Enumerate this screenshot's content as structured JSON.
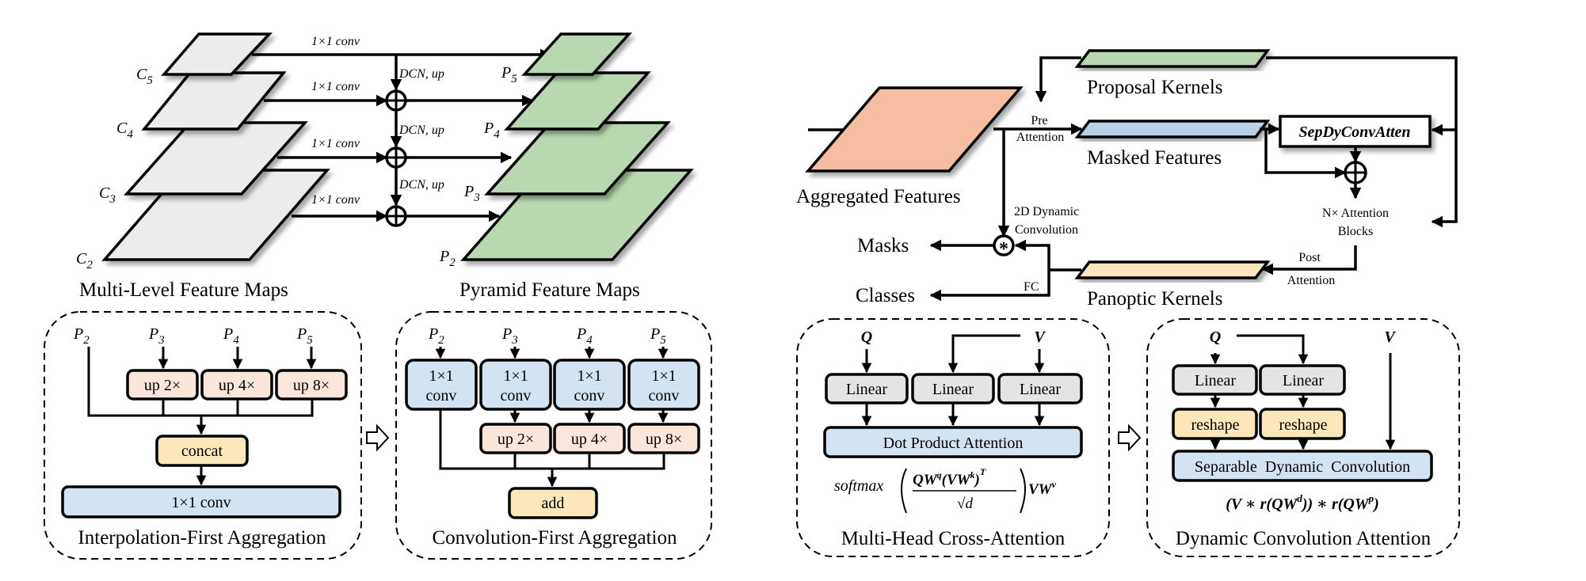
{
  "colors": {
    "gray_fill": "#ececec",
    "green_fill": "#b8d9b0",
    "orange_fill": "#f7bda0",
    "blue_fill": "#b7d2e8",
    "yellow_fill": "#f9e6bf",
    "pink_fill": "#fbe6dc",
    "light_blue_box": "#d3e3f1",
    "gray_box": "#e4e4e4",
    "yellow_box": "#fbe7b9"
  },
  "fpn": {
    "c_labels": [
      {
        "base": "C",
        "sub": "5"
      },
      {
        "base": "C",
        "sub": "4"
      },
      {
        "base": "C",
        "sub": "3"
      },
      {
        "base": "C",
        "sub": "2"
      }
    ],
    "p_labels": [
      {
        "base": "P",
        "sub": "5"
      },
      {
        "base": "P",
        "sub": "4"
      },
      {
        "base": "P",
        "sub": "3"
      },
      {
        "base": "P",
        "sub": "2"
      }
    ],
    "conv_label": "1×1 conv",
    "dcn_label": "DCN, up",
    "left_caption": "Multi-Level Feature Maps",
    "right_caption": "Pyramid Feature Maps"
  },
  "interp_panel": {
    "inputs": [
      {
        "base": "P",
        "sub": "2"
      },
      {
        "base": "P",
        "sub": "3"
      },
      {
        "base": "P",
        "sub": "4"
      },
      {
        "base": "P",
        "sub": "5"
      }
    ],
    "up_boxes": [
      "up 2×",
      "up 4×",
      "up 8×"
    ],
    "concat": "concat",
    "conv": "1×1 conv",
    "caption": "Interpolation-First Aggregation"
  },
  "conv_panel": {
    "inputs": [
      {
        "base": "P",
        "sub": "2"
      },
      {
        "base": "P",
        "sub": "3"
      },
      {
        "base": "P",
        "sub": "4"
      },
      {
        "base": "P",
        "sub": "5"
      }
    ],
    "conv_line1": "1×1",
    "conv_line2": "conv",
    "up_boxes": [
      "up 2×",
      "up 4×",
      "up 8×"
    ],
    "add": "add",
    "caption": "Convolution-First Aggregation"
  },
  "head": {
    "aggregated": "Aggregated Features",
    "proposal_kernels": "Proposal Kernels",
    "masked_features": "Masked Features",
    "panoptic_kernels": "Panoptic Kernels",
    "sep_block": "SepDyConvAtten",
    "pre_attention_1": "Pre",
    "pre_attention_2": "Attention",
    "post_attention_1": "Post",
    "post_attention_2": "Attention",
    "dyn_conv_1": "2D Dynamic",
    "dyn_conv_2": "Convolution",
    "attn_blocks_1": "N× Attention",
    "attn_blocks_2": "Blocks",
    "masks": "Masks",
    "classes": "Classes",
    "fc": "FC",
    "conv_op": "*"
  },
  "mhca_panel": {
    "q": "Q",
    "v": "V",
    "linear": "Linear",
    "dpa": "Dot Product Attention",
    "formula_prefix": "softmax",
    "formula_num": "QW",
    "formula_num_sup": "q",
    "formula_num2": "(VW",
    "formula_num2_sup": "k",
    "formula_num2_close": ")",
    "formula_T": "T",
    "formula_den": "√d",
    "formula_suffix": "VW",
    "formula_suffix_sup": "v",
    "caption": "Multi-Head Cross-Attention"
  },
  "dca_panel": {
    "q": "Q",
    "v": "V",
    "linear": "Linear",
    "reshape": "reshape",
    "sdc": "Separable  Dynamic  Convolution",
    "formula_a": "(V ∗ r(QW",
    "formula_a_sup": "d",
    "formula_b": ")) ∗ r(QW",
    "formula_b_sup": "p",
    "formula_c": ")",
    "caption": "Dynamic Convolution Attention"
  }
}
